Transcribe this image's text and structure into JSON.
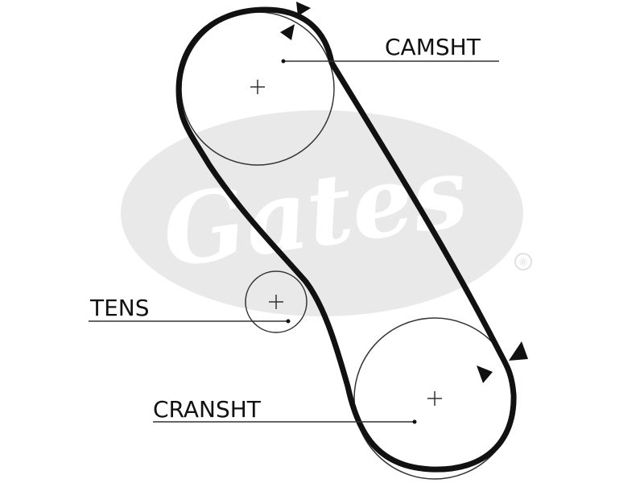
{
  "watermark": {
    "brand": "Gates",
    "registered_mark": "®",
    "color": "#e9e9e9"
  },
  "labels": {
    "camshaft": "CAMSHT",
    "tensioner": "TENS",
    "crankshaft": "CRANSHT"
  },
  "colors": {
    "belt": "#111111",
    "pulley": "#333333",
    "leader": "#333333"
  }
}
